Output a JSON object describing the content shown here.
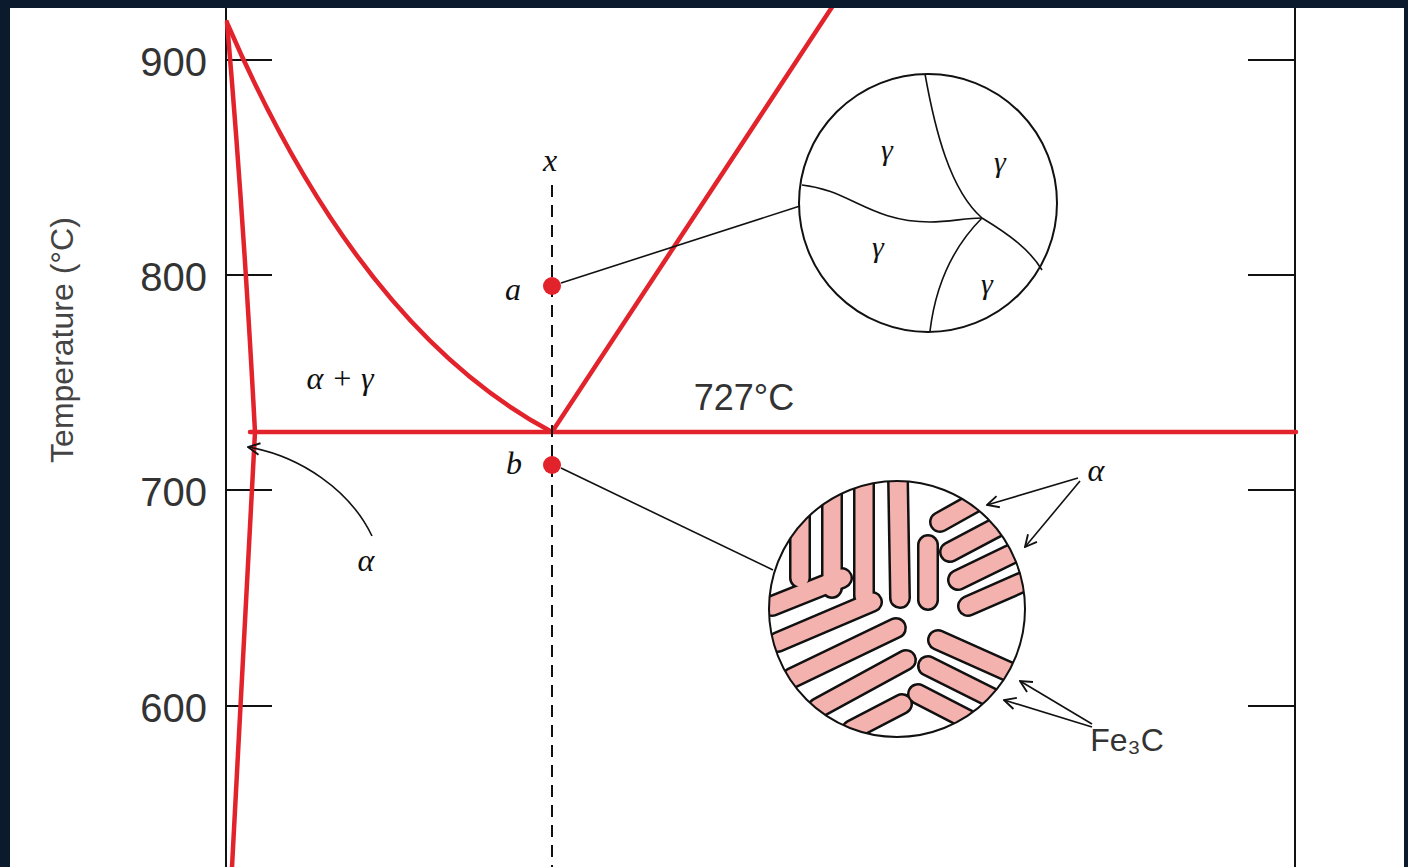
{
  "diagram": {
    "nodes": [
      {
        "text": [
          "γ",
          "γ",
          "γ",
          "γ"
        ]
      }
    ],
    "labels": [
      "Temperature (°C)",
      "900",
      "800",
      "700",
      "600",
      "x",
      "a",
      "b",
      "α + γ",
      "727°C",
      "α",
      "α",
      "Fe₃C"
    ]
  }
}
